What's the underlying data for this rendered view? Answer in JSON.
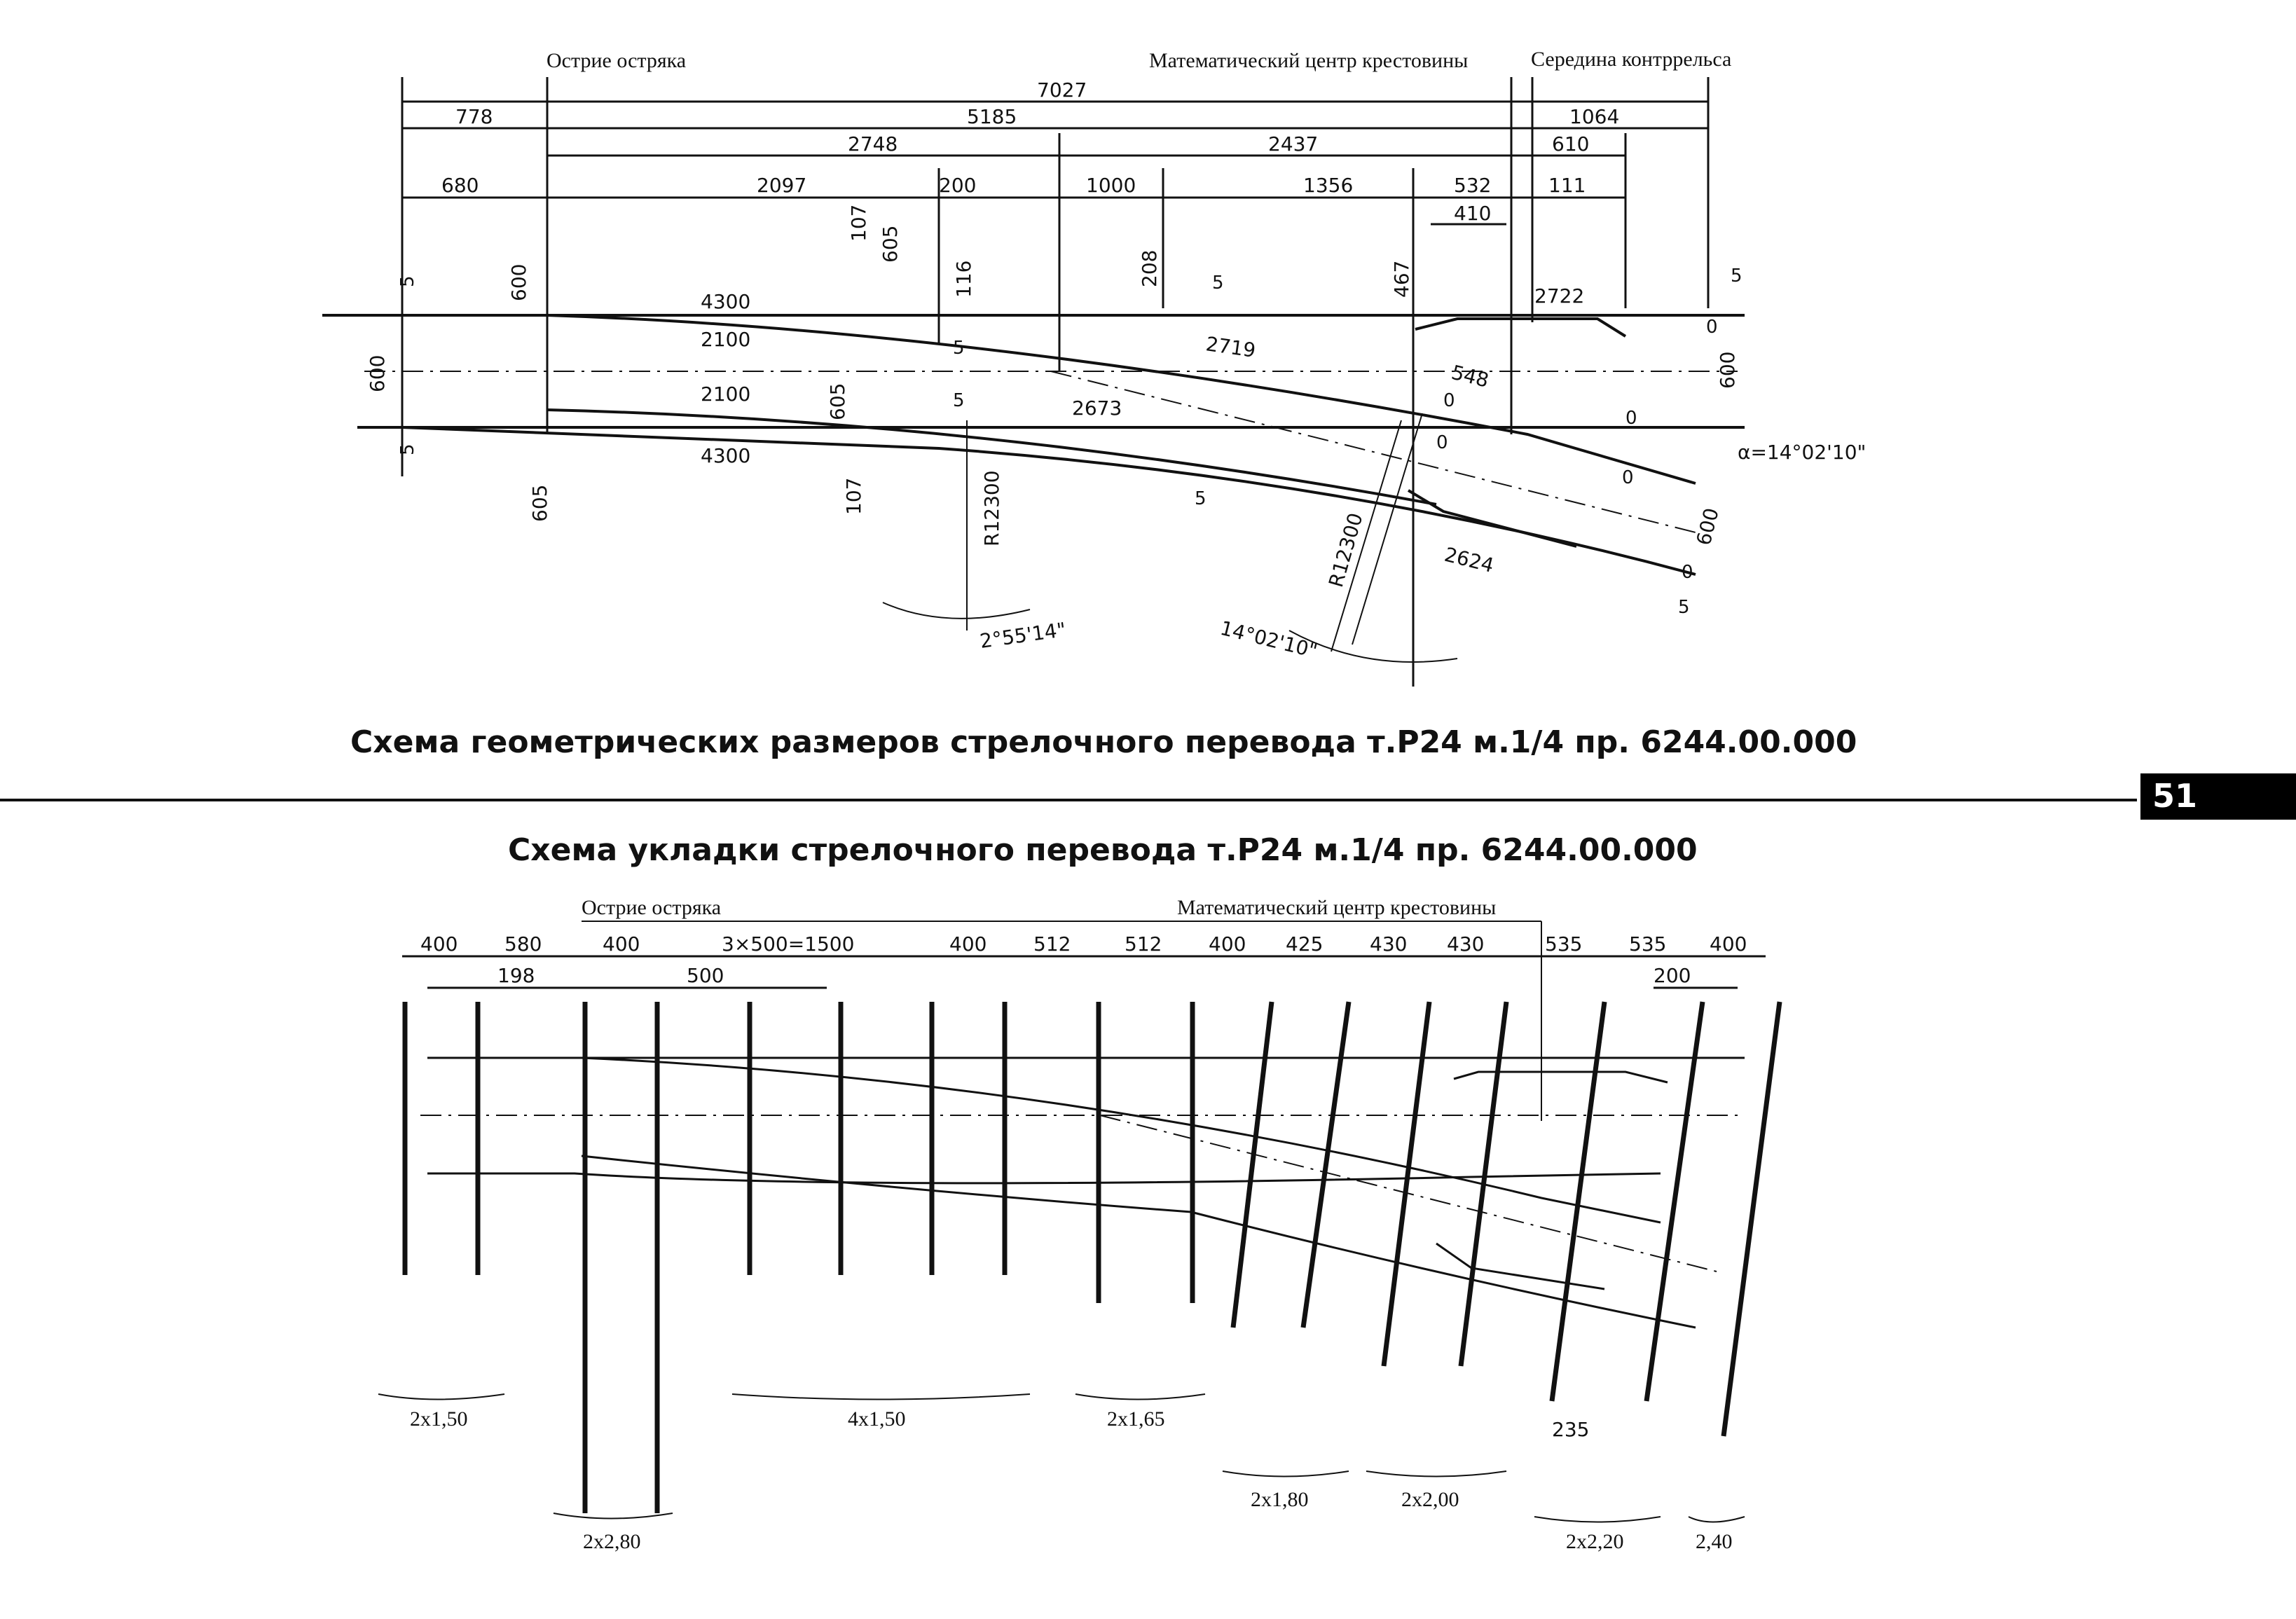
{
  "page_number": "51",
  "colors": {
    "ink": "#111111",
    "paper": "#ffffff",
    "tab": "#000000"
  },
  "geometry_scheme": {
    "title": "Схема геометрических размеров стрелочного перевода т.Р24 м.1/4 пр. 6244.00.000",
    "labels": {
      "tip": "Острие остряка",
      "center": "Математический центр крестовины",
      "guard": "Середина контррельса"
    },
    "top_dims": [
      "7027",
      "778",
      "5185",
      "1064",
      "2748",
      "2437",
      "610",
      "680",
      "2097",
      "200",
      "1000",
      "1356",
      "532",
      "111",
      "410"
    ],
    "rail_dims": [
      "4300",
      "2100",
      "2100",
      "4300",
      "2719",
      "2673",
      "2722",
      "548",
      "2624"
    ],
    "vertical_dims": [
      "600",
      "600",
      "605",
      "107",
      "605",
      "116",
      "208",
      "467",
      "605",
      "107",
      "600",
      "600"
    ],
    "small_dims": [
      "5",
      "5",
      "5",
      "5",
      "5",
      "5",
      "5",
      "5",
      "0",
      "0",
      "0",
      "0",
      "0",
      "0"
    ],
    "radius_1": "R12300",
    "radius_2": "R12300",
    "angle_1": "2°55'14\"",
    "angle_2": "14°02'10\"",
    "alpha": "α=14°02'10\""
  },
  "laying_scheme": {
    "title": "Схема укладки стрелочного перевода т.Р24 м.1/4 пр. 6244.00.000",
    "labels": {
      "tip": "Острие остряка",
      "center": "Математический центр крестовины"
    },
    "spacing": [
      "400",
      "580",
      "400",
      "3×500=1500",
      "400",
      "512",
      "512",
      "400",
      "425",
      "430",
      "430",
      "535",
      "535",
      "400"
    ],
    "sub_dims": [
      "198",
      "500",
      "200",
      "235"
    ],
    "tie_groups": [
      "2x1,50",
      "2x2,80",
      "4x1,50",
      "2x1,65",
      "2x1,80",
      "2x2,00",
      "2x2,20",
      "2,40"
    ]
  }
}
